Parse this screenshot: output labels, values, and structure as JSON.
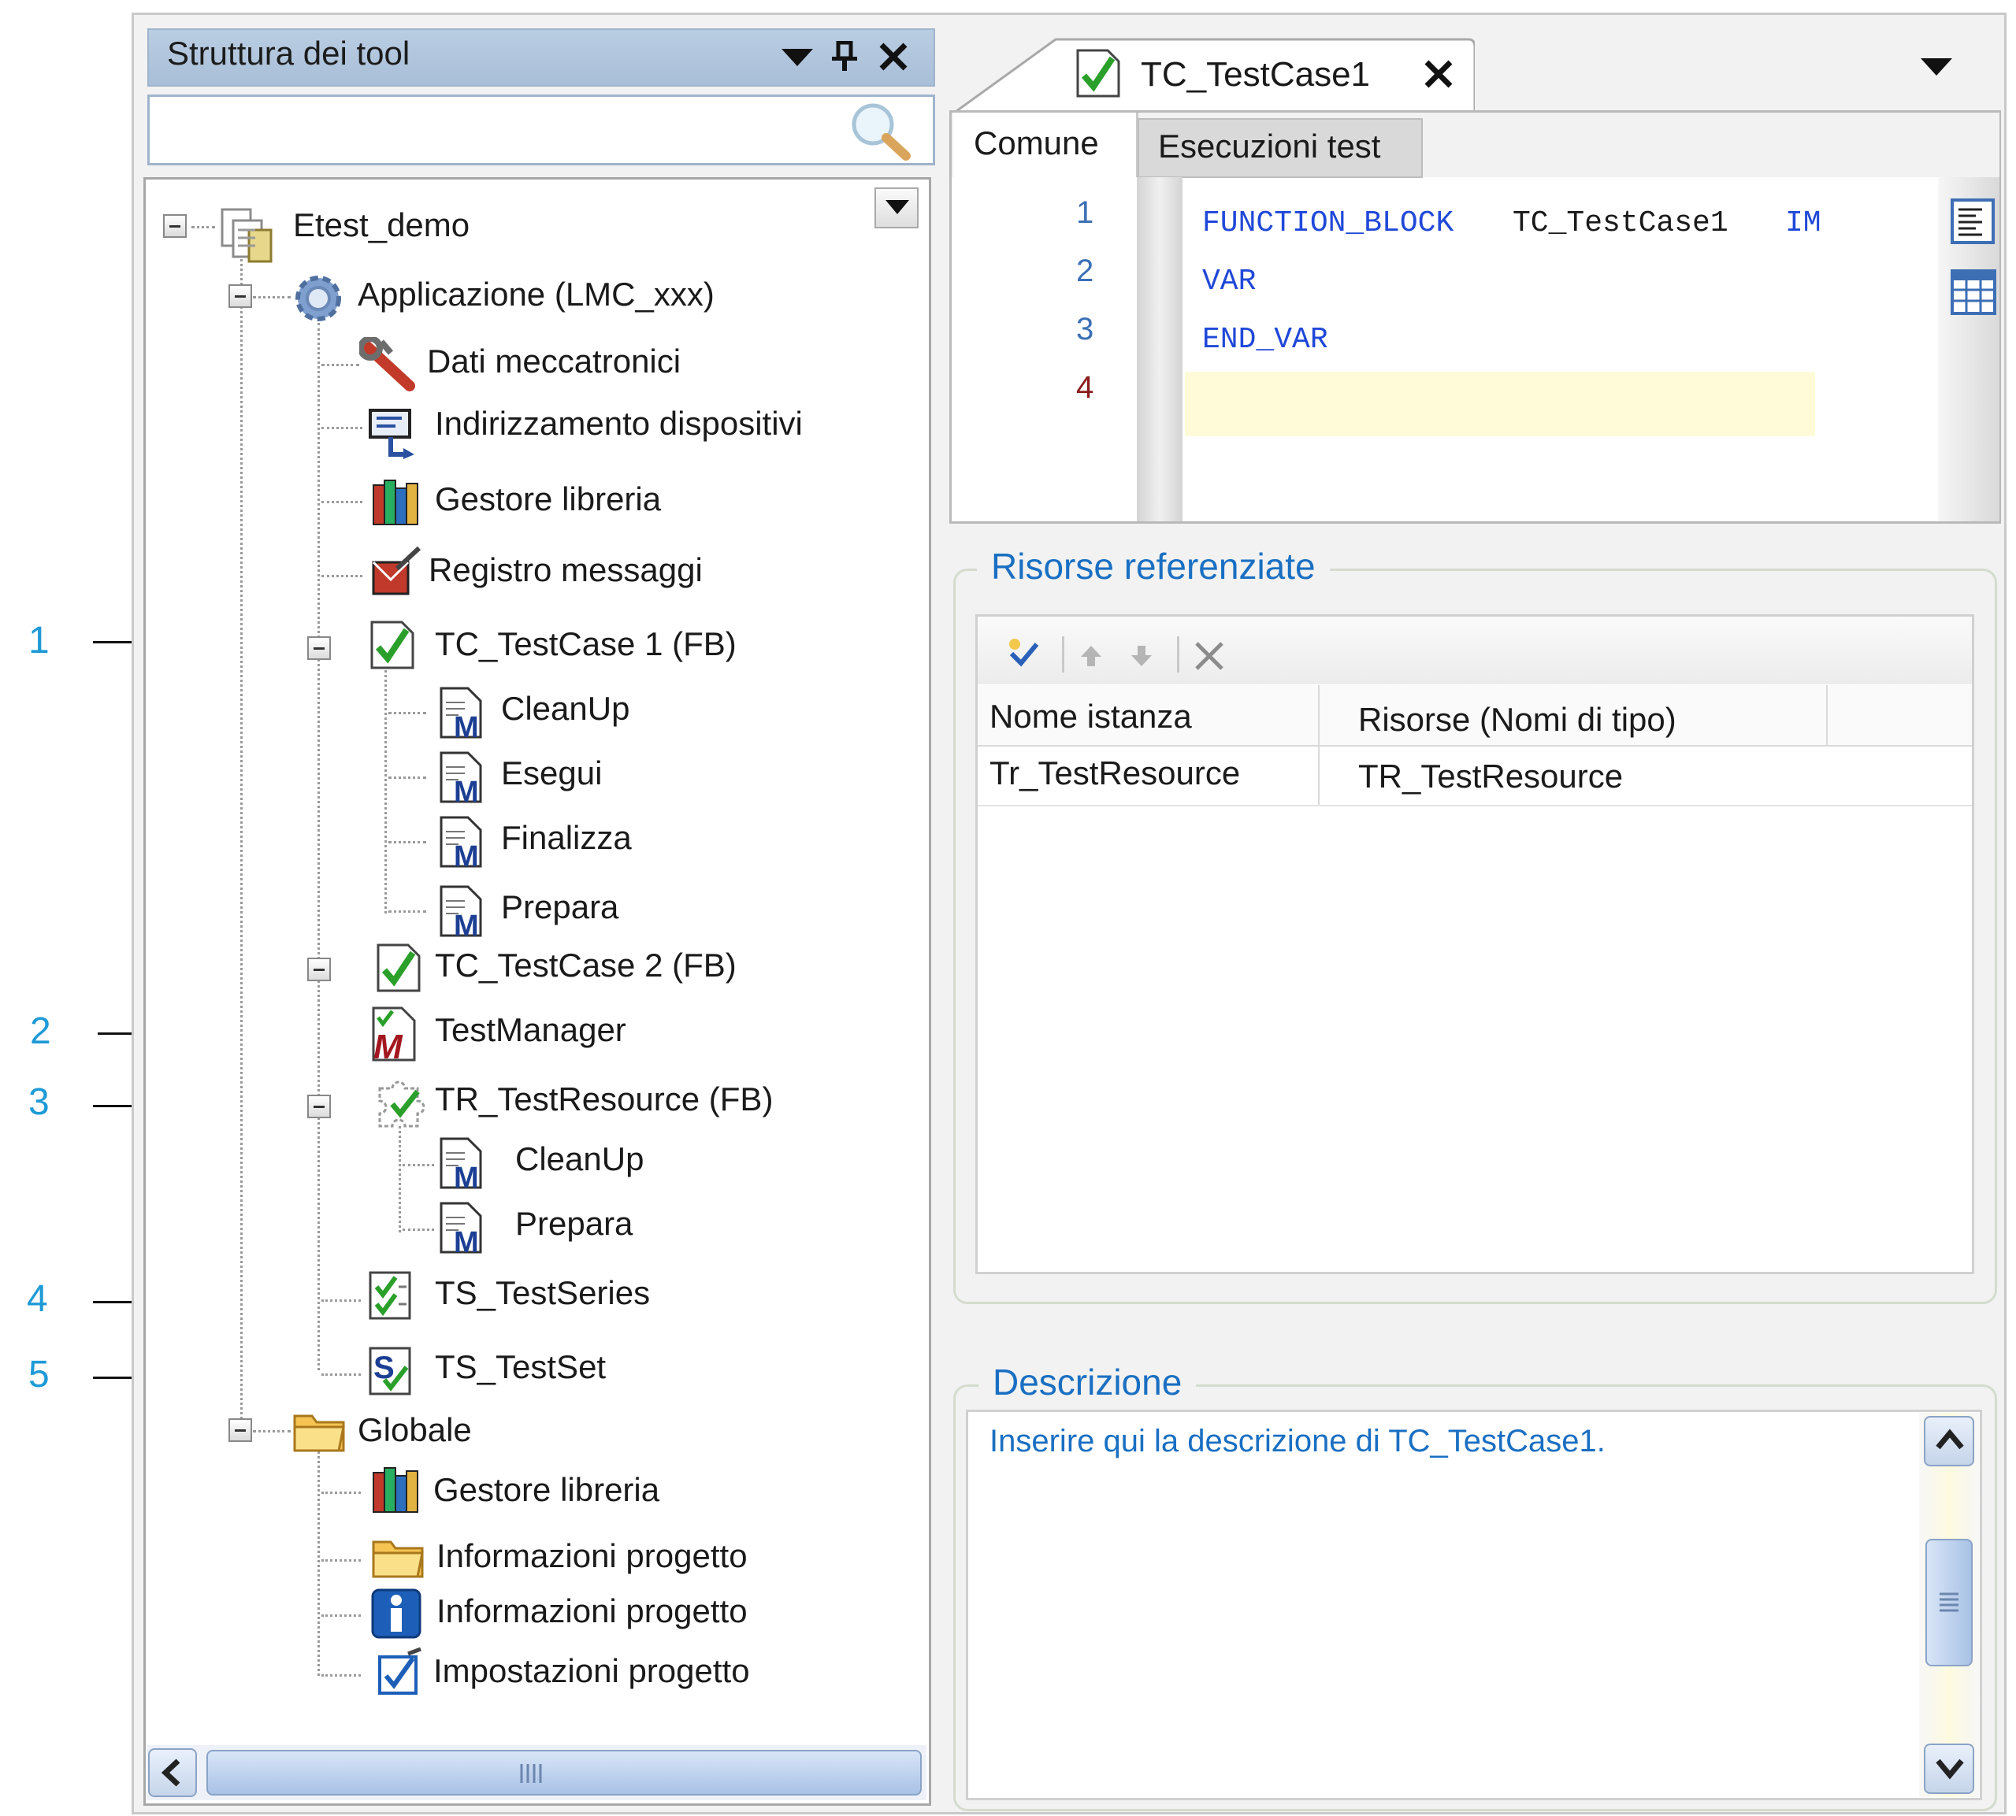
{
  "callouts": [
    "1",
    "2",
    "3",
    "4",
    "5"
  ],
  "tool_pane": {
    "title": "Struttura dei tool",
    "search_placeholder": ""
  },
  "tree": {
    "root": "Etest_demo",
    "application": "Applicazione (LMC_xxx)",
    "dati_meccatronici": "Dati meccatronici",
    "indirizzamento": "Indirizzamento dispositivi",
    "gestore_libreria_app": "Gestore libreria",
    "registro_messaggi": "Registro messaggi",
    "testcase1": "TC_TestCase 1 (FB)",
    "testcase1_methods": [
      "CleanUp",
      "Esegui",
      "Finalizza",
      "Prepara"
    ],
    "testcase2": "TC_TestCase 2 (FB)",
    "testmanager": "TestManager",
    "testresource": "TR_TestResource (FB)",
    "testresource_methods": [
      "CleanUp",
      "Prepara"
    ],
    "testseries": "TS_TestSeries",
    "testset": "TS_TestSet",
    "globale": "Globale",
    "gestore_libreria_glob": "Gestore libreria",
    "info_progetto_1": "Informazioni progetto",
    "info_progetto_2": "Informazioni progetto",
    "impostazioni": "Impostazioni progetto"
  },
  "editor": {
    "tab_title": "TC_TestCase1",
    "subtabs": [
      "Comune",
      "Esecuzioni test"
    ],
    "line_numbers": [
      "1",
      "2",
      "3",
      "4"
    ],
    "code": {
      "l1_kw": "FUNCTION_BLOCK",
      "l1_name": "TC_TestCase1",
      "l1_kw2": "IM",
      "l2": "VAR",
      "l3": "END_VAR"
    }
  },
  "resources": {
    "title": "Risorse referenziate",
    "columns": [
      "Nome istanza",
      "Risorse (Nomi di tipo)"
    ],
    "rows": [
      [
        "Tr_TestResource",
        "TR_TestResource"
      ]
    ]
  },
  "description": {
    "title": "Descrizione",
    "text": "Inserire qui la descrizione di TC_TestCase1."
  },
  "colors": {
    "accent_blue": "#1a6fc2",
    "header_blue": "#b9cde2",
    "check_green": "#2aa02a",
    "callout_blue": "#1e9ad6"
  }
}
